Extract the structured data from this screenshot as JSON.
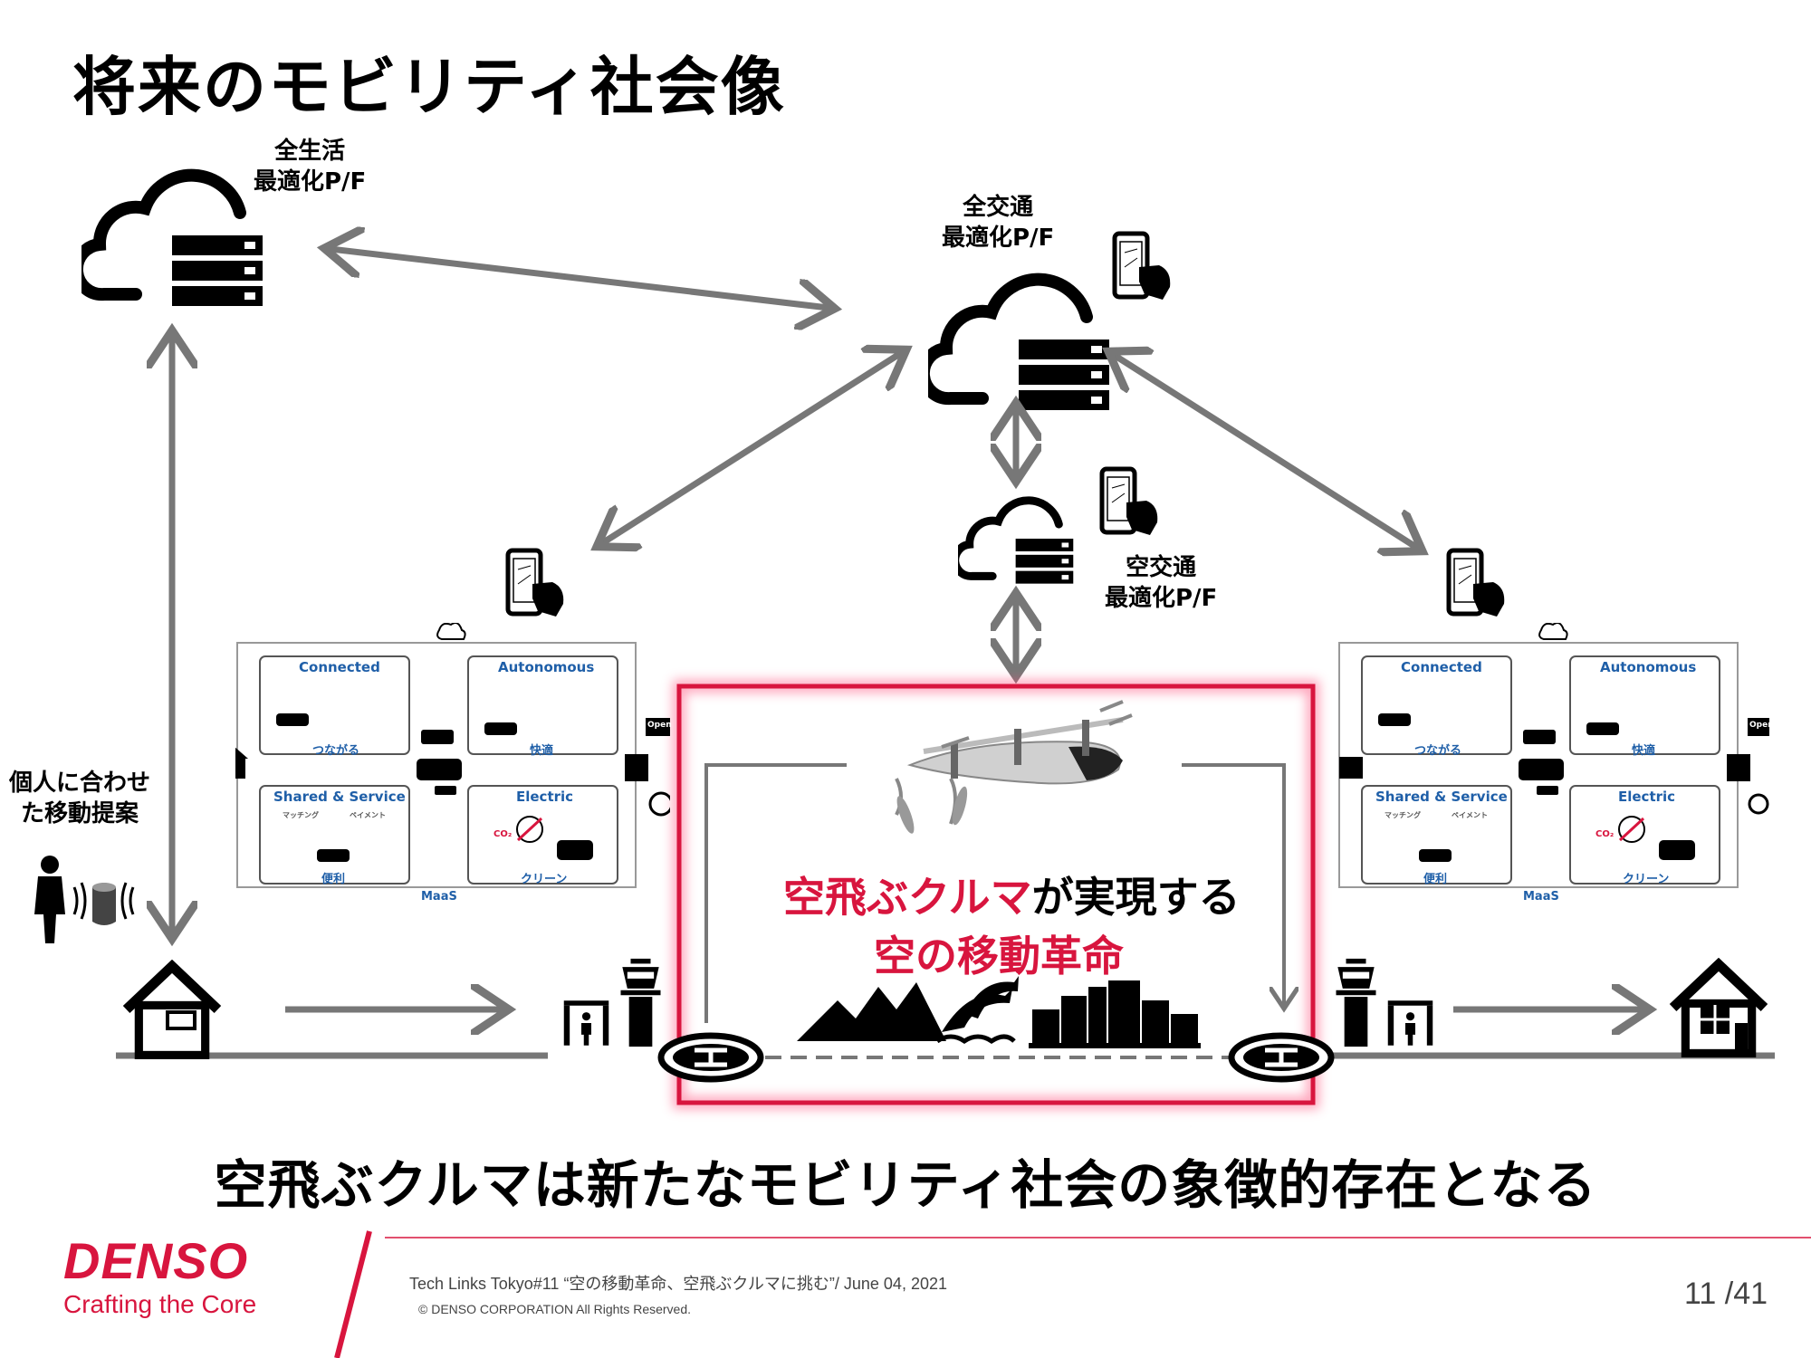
{
  "title": "将来のモビリティ社会像",
  "platforms": {
    "life": [
      "全生活",
      "最適化P/F"
    ],
    "all_traffic": [
      "全交通",
      "最適化P/F"
    ],
    "air_traffic": [
      "空交通",
      "最適化P/F"
    ]
  },
  "personal": [
    "個人に合わせ",
    "た移動提案"
  ],
  "maas": {
    "connected": "Connected",
    "connected_sub": "つながる",
    "autonomous": "Autonomous",
    "autonomous_sub": "快適",
    "shared": "Shared & Service",
    "shared_sub": "便利",
    "electric": "Electric",
    "electric_sub": "クリーン",
    "maas": "MaaS",
    "matching": "マッチング",
    "payment": "ペイメント",
    "co2": "CO₂",
    "open": "Open"
  },
  "headline": {
    "red_part": "空飛ぶクルマ",
    "black_part": "が実現する",
    "line2": "空の移動革命"
  },
  "conclusion": "空飛ぶクルマは新たなモビリティ社会の象徴的存在となる",
  "footer": {
    "brand": "DENSO",
    "tagline": "Crafting the Core",
    "event": "Tech Links Tokyo#11 “空の移動革命、空飛ぶクルマに挑む”/ June 04, 2021",
    "copyright": "© DENSO CORPORATION All Rights Reserved.",
    "page": "11 /41"
  },
  "colors": {
    "accent": "#d8153e",
    "arrow": "#777777",
    "maas_blue": "#1f5fa8"
  }
}
